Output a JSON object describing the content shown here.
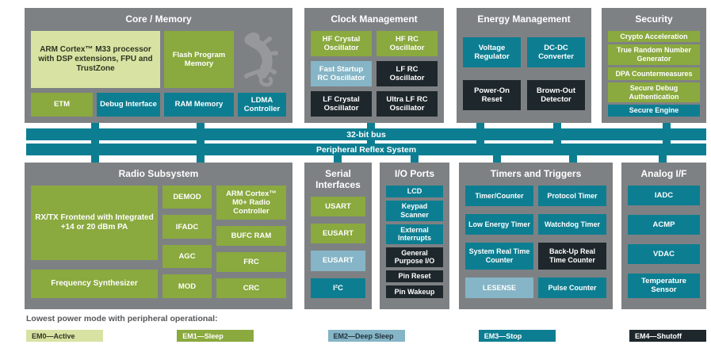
{
  "colors": {
    "panel_gray": "#7e8184",
    "em0": "#d8e3a3",
    "em1": "#8aa93e",
    "em2": "#85b5c6",
    "em3": "#0d7e92",
    "em4": "#1e272c",
    "bus": "#0d7e92",
    "gecko": "#96989b"
  },
  "buses": {
    "bus_32bit": "32-bit bus",
    "prs": "Peripheral Reflex System"
  },
  "core_memory": {
    "title": "Core / Memory",
    "cpu": "ARM Cortex™ M33 processor with DSP extensions, FPU and TrustZone",
    "flash": "Flash Program Memory",
    "etm": "ETM",
    "debug": "Debug Interface",
    "ram": "RAM Memory",
    "ldma": "LDMA Controller"
  },
  "clock": {
    "title": "Clock Management",
    "hfxo": "HF Crystal Oscillator",
    "hfrco": "HF RC Oscillator",
    "fsrco": "Fast Startup RC Oscillator",
    "lfrco": "LF RC Oscillator",
    "lfxo": "LF Crystal Oscillator",
    "ulfrco": "Ultra LF RC Oscillator"
  },
  "energy": {
    "title": "Energy Management",
    "vreg": "Voltage Regulator",
    "dcdc": "DC-DC Converter",
    "por": "Power-On Reset",
    "bod": "Brown-Out Detector"
  },
  "security": {
    "title": "Security",
    "crypto": "Crypto Acceleration",
    "trng": "True Random Number Generator",
    "dpa": "DPA Countermeasures",
    "sda": "Secure Debug Authentication",
    "se": "Secure Engine"
  },
  "radio": {
    "title": "Radio Subsystem",
    "frontend": "RX/TX Frontend with Integrated +14 or 20 dBm PA",
    "synth": "Frequency Synthesizer",
    "demod": "DEMOD",
    "ifadc": "IFADC",
    "agc": "AGC",
    "mod": "MOD",
    "m0": "ARM Cortex™ M0+ Radio Controller",
    "bufc": "BUFC RAM",
    "frc": "FRC",
    "crc": "CRC"
  },
  "serial": {
    "title": "Serial Interfaces",
    "usart": "USART",
    "eusart1": "EUSART",
    "eusart2": "EUSART",
    "i2c": "I²C"
  },
  "io": {
    "title": "I/O Ports",
    "lcd": "LCD",
    "keypad": "Keypad Scanner",
    "extint": "External Interrupts",
    "gpio": "General Purpose I/O",
    "pinreset": "Pin Reset",
    "pinwake": "Pin Wakeup"
  },
  "timers": {
    "title": "Timers and Triggers",
    "tc": "Timer/Counter",
    "prototimer": "Protocol Timer",
    "letimer": "Low Energy Timer",
    "wdog": "Watchdog Timer",
    "sysrtc": "System Real Time Counter",
    "burtc": "Back-Up Real Time Counter",
    "lesense": "LESENSE",
    "pcnt": "Pulse Counter"
  },
  "analog": {
    "title": "Analog I/F",
    "iadc": "IADC",
    "acmp": "ACMP",
    "vdac": "VDAC",
    "temp": "Temperature Sensor"
  },
  "legend": {
    "heading": "Lowest power mode with peripheral operational:",
    "items": [
      {
        "label": "EM0—Active",
        "em": "em0"
      },
      {
        "label": "EM1—Sleep",
        "em": "em1"
      },
      {
        "label": "EM2—Deep Sleep",
        "em": "em2"
      },
      {
        "label": "EM3—Stop",
        "em": "em3"
      },
      {
        "label": "EM4—Shutoff",
        "em": "em4"
      }
    ]
  }
}
